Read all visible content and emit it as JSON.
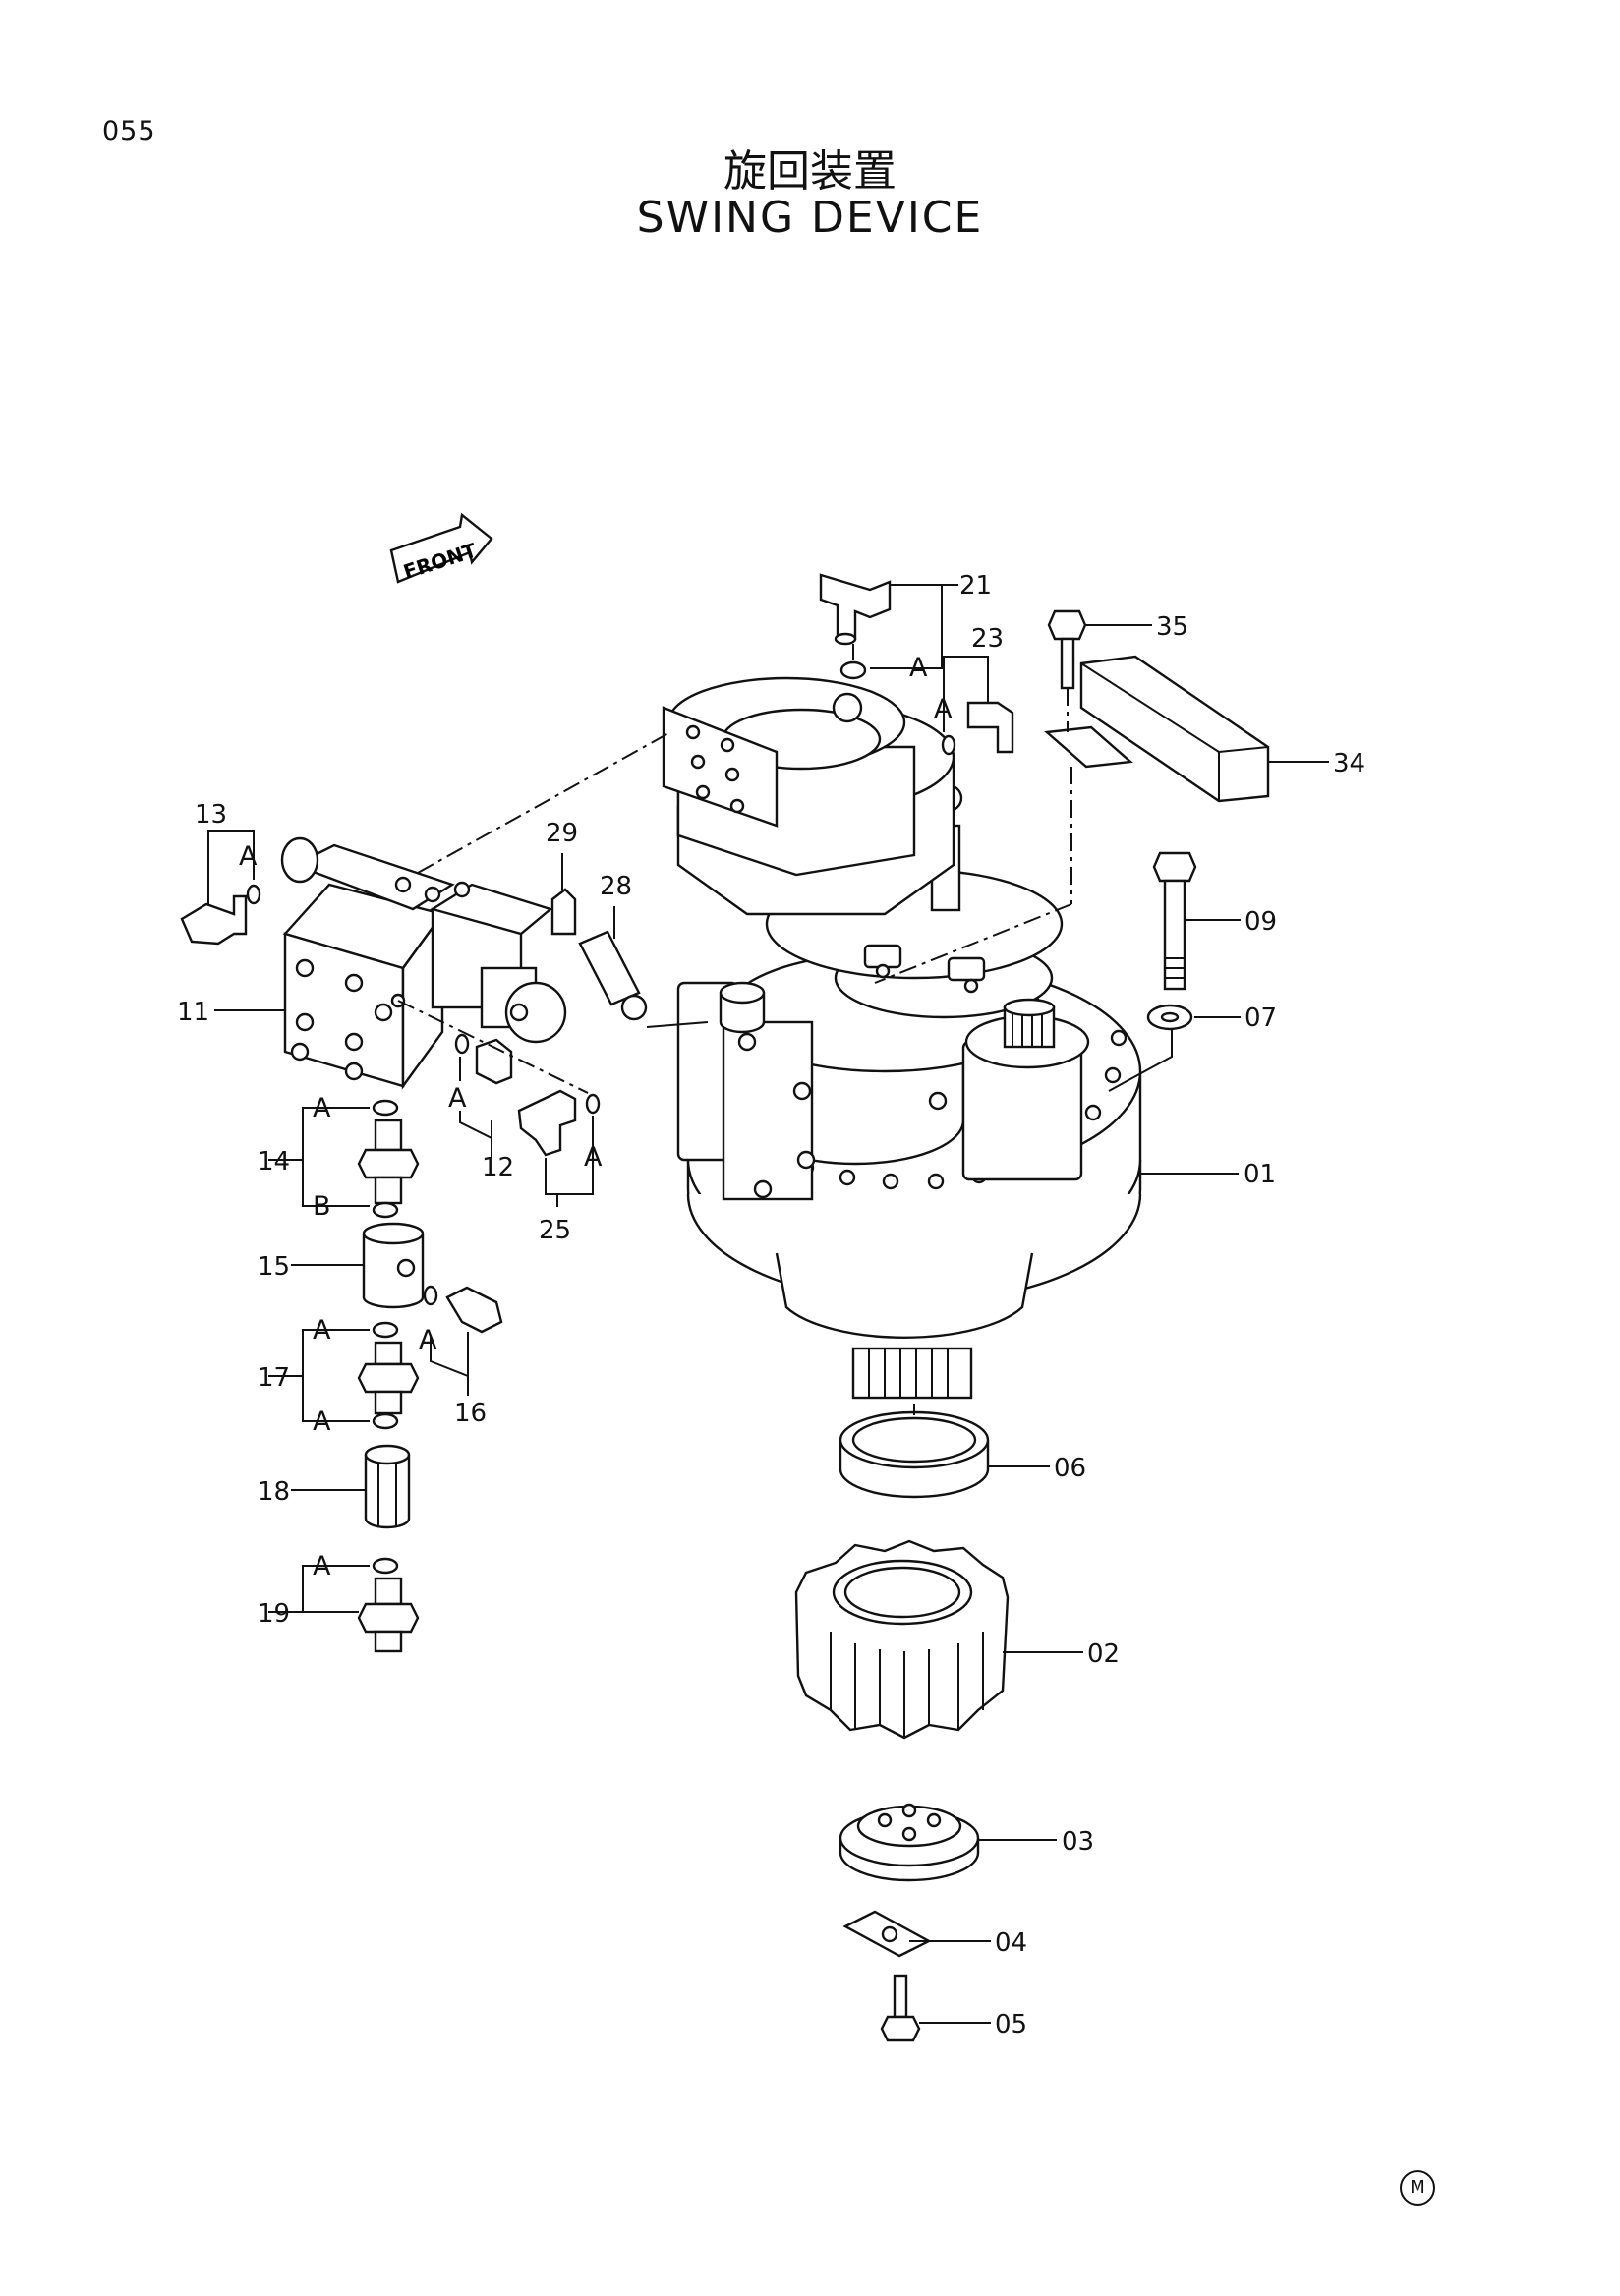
{
  "page": {
    "number": "055",
    "title_jp": "旋回装置",
    "title_en": "SWING  DEVICE",
    "front_label": "FRONT",
    "mark": "M"
  },
  "callouts": [
    {
      "id": "01",
      "label": "01"
    },
    {
      "id": "02",
      "label": "02"
    },
    {
      "id": "03",
      "label": "03"
    },
    {
      "id": "04",
      "label": "04"
    },
    {
      "id": "05",
      "label": "05"
    },
    {
      "id": "06",
      "label": "06"
    },
    {
      "id": "07",
      "label": "07"
    },
    {
      "id": "09",
      "label": "09"
    },
    {
      "id": "11",
      "label": "11"
    },
    {
      "id": "12",
      "label": "12"
    },
    {
      "id": "13",
      "label": "13"
    },
    {
      "id": "14",
      "label": "14"
    },
    {
      "id": "15",
      "label": "15"
    },
    {
      "id": "16",
      "label": "16"
    },
    {
      "id": "17",
      "label": "17"
    },
    {
      "id": "18",
      "label": "18"
    },
    {
      "id": "19",
      "label": "19"
    },
    {
      "id": "21",
      "label": "21"
    },
    {
      "id": "23",
      "label": "23"
    },
    {
      "id": "25",
      "label": "25"
    },
    {
      "id": "28",
      "label": "28"
    },
    {
      "id": "29",
      "label": "29"
    },
    {
      "id": "34",
      "label": "34"
    },
    {
      "id": "35",
      "label": "35"
    }
  ],
  "ref_letters": {
    "a": "A",
    "b": "B"
  }
}
